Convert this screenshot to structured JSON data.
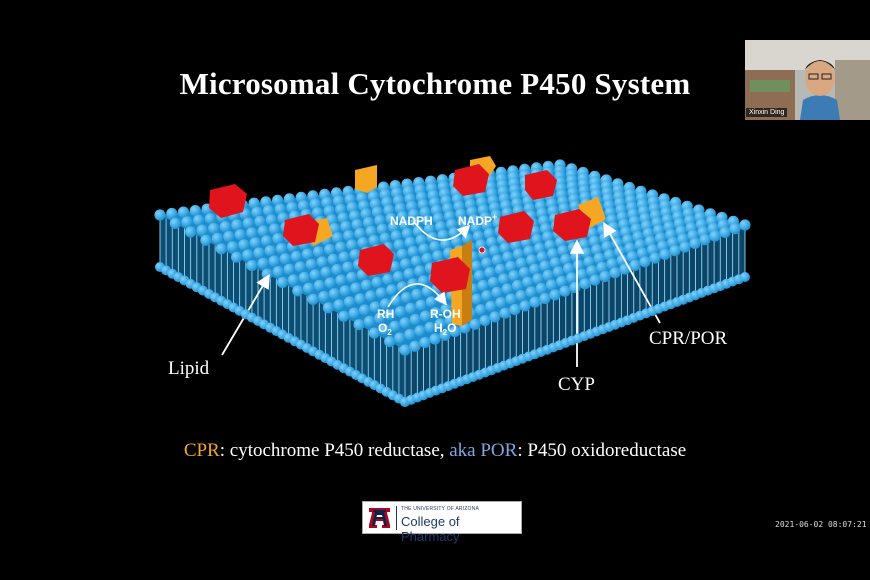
{
  "slide": {
    "title": "Microsomal Cytochrome P450 System",
    "diagram": {
      "nadph": "NADPH",
      "nadp_main": "NADP",
      "nadp_sup": "+",
      "rh": "RH",
      "o2_main": "O",
      "o2_sub": "2",
      "roh": "R-OH",
      "h2o_h": "H",
      "h2o_sub": "2",
      "h2o_o": "O",
      "label_lipid": "Lipid",
      "label_cyp": "CYP",
      "label_cpr": "CPR/POR"
    },
    "caption": {
      "cpr": "CPR",
      "part1": ": cytochrome P450 reductase, ",
      "aka": "aka POR",
      "part2": ":  P450 oxidoreductase"
    },
    "logo": {
      "university": "THE UNIVERSITY OF ARIZONA",
      "college": "College of Pharmacy"
    }
  },
  "webcam": {
    "name": "Xinxin Ding"
  },
  "timestamp": "2021-06-02 08:07:21",
  "colors": {
    "lipid": "#2ba3df",
    "cyp": "#e0141c",
    "cpr": "#f5a623",
    "caption_orange": "#f5a623",
    "caption_blue": "#7da7e0"
  }
}
